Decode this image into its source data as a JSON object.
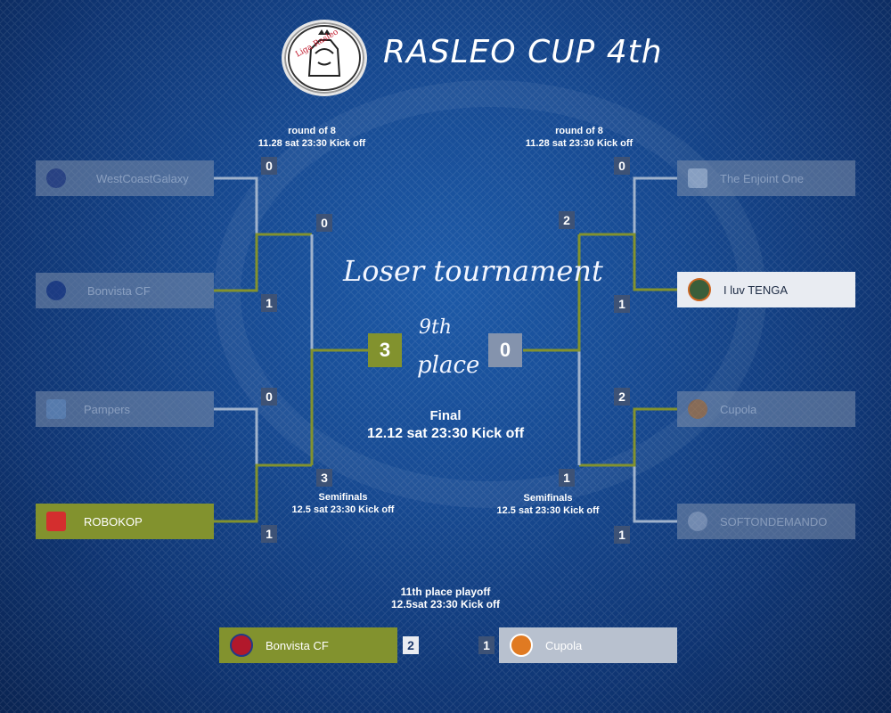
{
  "title": "RASLEO CUP 4th",
  "loser_title": "Loser tournament",
  "ninth_place_line1": "9th",
  "ninth_place_line2": "place",
  "left": {
    "round_label": "round of 8",
    "round_time": "11.28 sat 23:30 Kick off",
    "teams": [
      "WestCoastGalaxy",
      "Bonvista CF",
      "Pampers",
      "ROBOKOP"
    ],
    "scores": [
      "0",
      "1",
      "0",
      "1"
    ],
    "semi_scores": [
      "0",
      "3"
    ],
    "semi_label": "Semifinals",
    "semi_time": "12.5 sat 23:30 Kick off"
  },
  "right": {
    "round_label": "round of 8",
    "round_time": "11.28 sat 23:30 Kick off",
    "teams": [
      "The Enjoint One",
      "I luv TENGA",
      "Cupola",
      "SOFTONDEMANDO"
    ],
    "scores": [
      "0",
      "1",
      "2",
      "1"
    ],
    "semi_scores": [
      "2",
      "1"
    ],
    "semi_label": "Semifinals",
    "semi_time": "12.5 sat 23:30 Kick off"
  },
  "final": {
    "score_left": "3",
    "score_right": "0",
    "label": "Final",
    "time": "12.12 sat 23:30 Kick off"
  },
  "playoff": {
    "label": "11th place playoff",
    "time": "12.5sat 23:30 Kick off",
    "team_left": "Bonvista CF",
    "score_left": "2",
    "team_right": "Cupola",
    "score_right": "1"
  },
  "colors": {
    "winner": "#82922e",
    "loser_line": "#9fb2cc",
    "background": "#174a92"
  }
}
